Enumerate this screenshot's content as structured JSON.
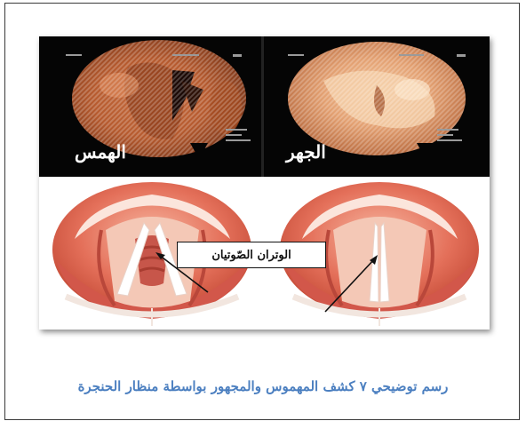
{
  "figure": {
    "photo_labels": {
      "left": "الهمس",
      "right": "الجهر"
    },
    "diagram_callout": "الوتران الصّوتيان",
    "caption": "رسم توضيحي ٧ كشف المهموس والمجهور بواسطة منظار الحنجرة"
  }
}
